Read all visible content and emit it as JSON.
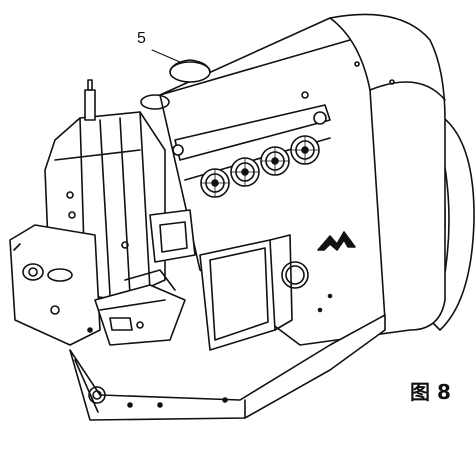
{
  "figure": {
    "callout_number": "5",
    "caption": "图 8",
    "subject": "overlock-sewing-machine-line-drawing",
    "colors": {
      "ink": "#111111",
      "paper": "#ffffff"
    }
  }
}
